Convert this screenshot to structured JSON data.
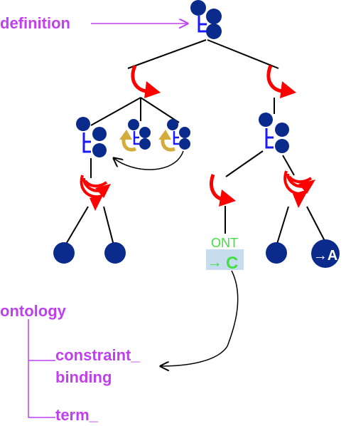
{
  "labels": {
    "definition": "definition",
    "ontology": "ontology",
    "constraint": "constraint_",
    "binding": "binding",
    "term": "term_"
  },
  "ont_box": {
    "tag": "ONT",
    "arrow": "→",
    "letter": "C"
  },
  "leaf_a": "→A",
  "colors": {
    "node": "#0a2a8c",
    "bracket": "#1a1aff",
    "red_arrow": "#ff0000",
    "gold_arrow": "#d4ac3c",
    "magenta": "#c040f0",
    "ont_bg": "#c8dcf0",
    "ont_green": "#40e040",
    "line": "#000000"
  }
}
